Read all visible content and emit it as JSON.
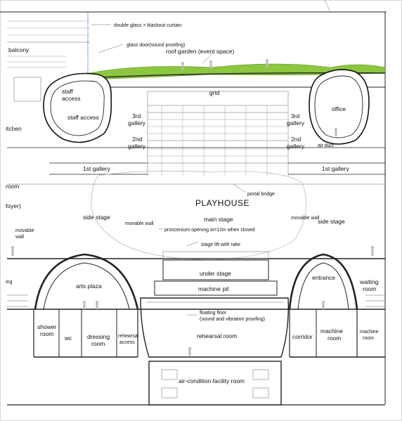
{
  "labels": {
    "double_glass": "double glass + blackout curtain",
    "glass_door": "glass door(sound proofing)",
    "roof_garden": "roof garden (event space)",
    "balcony": "balcony",
    "staff_access_small": "staff\naccess",
    "staff_access": "staff access",
    "grid": "grid",
    "office": "office",
    "kitchen": "itchen",
    "third_gallery_left": "3rd\ngallery",
    "third_gallery_right": "3rd\ngallery",
    "second_gallery_left": "2nd\ngallery",
    "second_gallery_right": "2nd\ngallery",
    "air_duct": "air duct",
    "first_gallery_left": "1st gallery",
    "first_gallery_right": "1st gallery",
    "portal_bridge": "portal bridge",
    "room_foyer": "room\nfoyer)",
    "playhouse": "PLAYHOUSE",
    "side_stage_left": "side stage",
    "movable_wall_left": "movable wall",
    "main_stage": "main stage",
    "movable_wall_right": "movable wall",
    "side_stage_right": "side stage",
    "proscenium": "proscenium opening w=12m when closed",
    "movable_wall_far": "movable\nwall",
    "stage_lift": "stage lift with rake",
    "under_stage": "under stage",
    "machine_pit": "machine pit",
    "arts_plaza": "arts plaza",
    "entrance": "entrance",
    "waiting_room": "waiting\nroom",
    "left_edge": "ing",
    "floating_floor": "floating floor\n(sound and vibration proofing)",
    "shower_room": "shower\nroom",
    "wc": "wc",
    "dressing_room": "dressing\nroom",
    "rehearsal_access": "rehearsal\naccess",
    "rehearsal_room": "rehearsal room",
    "corridor": "corridor",
    "machine_room": "machine\nroom",
    "machine_room_small": "machine\nroom",
    "air_condition": "air-condition facility room"
  },
  "colors": {
    "roof_green": "#8dc63f",
    "line": "#222222",
    "guide_blue": "#2a5db0"
  }
}
